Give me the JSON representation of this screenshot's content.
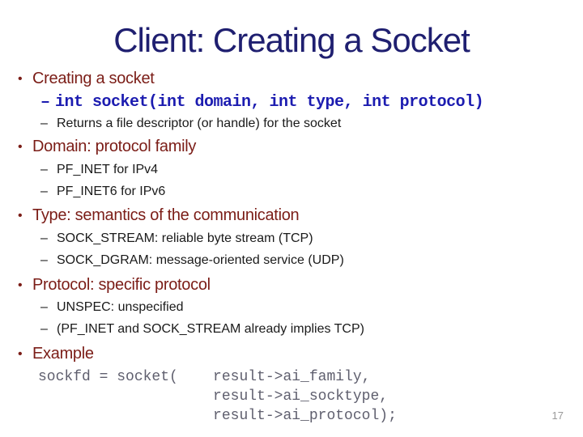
{
  "slide": {
    "title": "Client: Creating a Socket",
    "page_number": "17",
    "bullets": {
      "l1": "•",
      "l2": "–"
    },
    "colors": {
      "title": "#1f1f70",
      "heading": "#7b1d17",
      "body": "#1a1a1a",
      "code_blue": "#1c1cb0",
      "code_gray": "#5f5f6e",
      "page_number": "#9a9a9a"
    },
    "sections": [
      {
        "heading": "Creating a socket",
        "subs": [
          {
            "text": "int socket(int domain, int type, int protocol)",
            "kind": "code"
          },
          {
            "text": "Returns a file descriptor (or handle) for the socket",
            "kind": "plain"
          }
        ]
      },
      {
        "heading": "Domain: protocol family",
        "subs": [
          {
            "text": "PF_INET for IPv4",
            "kind": "plain"
          },
          {
            "text": "PF_INET6 for IPv6",
            "kind": "plain"
          }
        ]
      },
      {
        "heading": "Type: semantics of the communication",
        "subs": [
          {
            "text": "SOCK_STREAM: reliable byte stream (TCP)",
            "kind": "plain"
          },
          {
            "text": "SOCK_DGRAM: message-oriented service (UDP)",
            "kind": "plain"
          }
        ]
      },
      {
        "heading": "Protocol: specific protocol",
        "subs": [
          {
            "text": "UNSPEC: unspecified",
            "kind": "plain"
          },
          {
            "text": "(PF_INET and SOCK_STREAM already implies TCP)",
            "kind": "plain"
          }
        ]
      },
      {
        "heading": "Example",
        "code_lines": [
          "sockfd = socket(    result->ai_family,",
          "                    result->ai_socktype,",
          "                    result->ai_protocol);"
        ]
      }
    ]
  }
}
